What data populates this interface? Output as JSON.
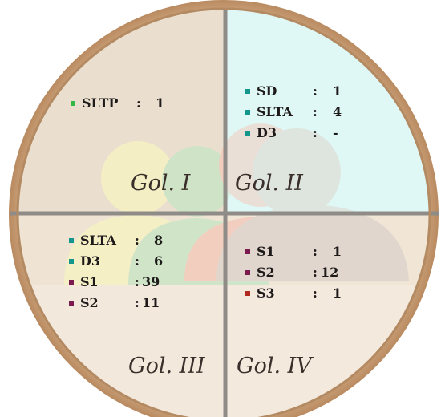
{
  "diagram": {
    "colors": {
      "outer_ring": "#c89a6e",
      "outer_ring_inner": "#a98060",
      "divider": "#8f8b87",
      "q1_fill": "#eadfcf",
      "q2_fill": "#dff8f5",
      "q3_fill": "#efe3d4",
      "q4_fill": "#f1e5d6",
      "person_yellow": "#f7f2c2",
      "person_green": "#c9e6c6",
      "person_pink": "#f3c9bb",
      "person_grey": "#ddd3cb"
    },
    "quadrants": [
      {
        "label": "Gol. I",
        "entries": [
          {
            "bullet_color": "#33b844",
            "code": "SLTP",
            "count": "1"
          }
        ]
      },
      {
        "label": "Gol. II",
        "entries": [
          {
            "bullet_color": "#14968c",
            "code": "SD",
            "count": "1"
          },
          {
            "bullet_color": "#14968c",
            "code": "SLTA",
            "count": "4"
          },
          {
            "bullet_color": "#14968c",
            "code": "D3",
            "count": "-"
          }
        ]
      },
      {
        "label": "Gol. III",
        "entries": [
          {
            "bullet_color": "#14968c",
            "code": "SLTA",
            "count": "8"
          },
          {
            "bullet_color": "#14968c",
            "code": "D3",
            "count": "6"
          },
          {
            "bullet_color": "#7a1a4e",
            "code": "S1",
            "count": "39"
          },
          {
            "bullet_color": "#7a1a4e",
            "code": "S2",
            "count": "11"
          }
        ]
      },
      {
        "label": "Gol. IV",
        "entries": [
          {
            "bullet_color": "#7a1a4e",
            "code": "S1",
            "count": "1"
          },
          {
            "bullet_color": "#7a1a4e",
            "code": "S2",
            "count": "12"
          },
          {
            "bullet_color": "#b0281e",
            "code": "S3",
            "count": "1"
          }
        ]
      }
    ]
  }
}
